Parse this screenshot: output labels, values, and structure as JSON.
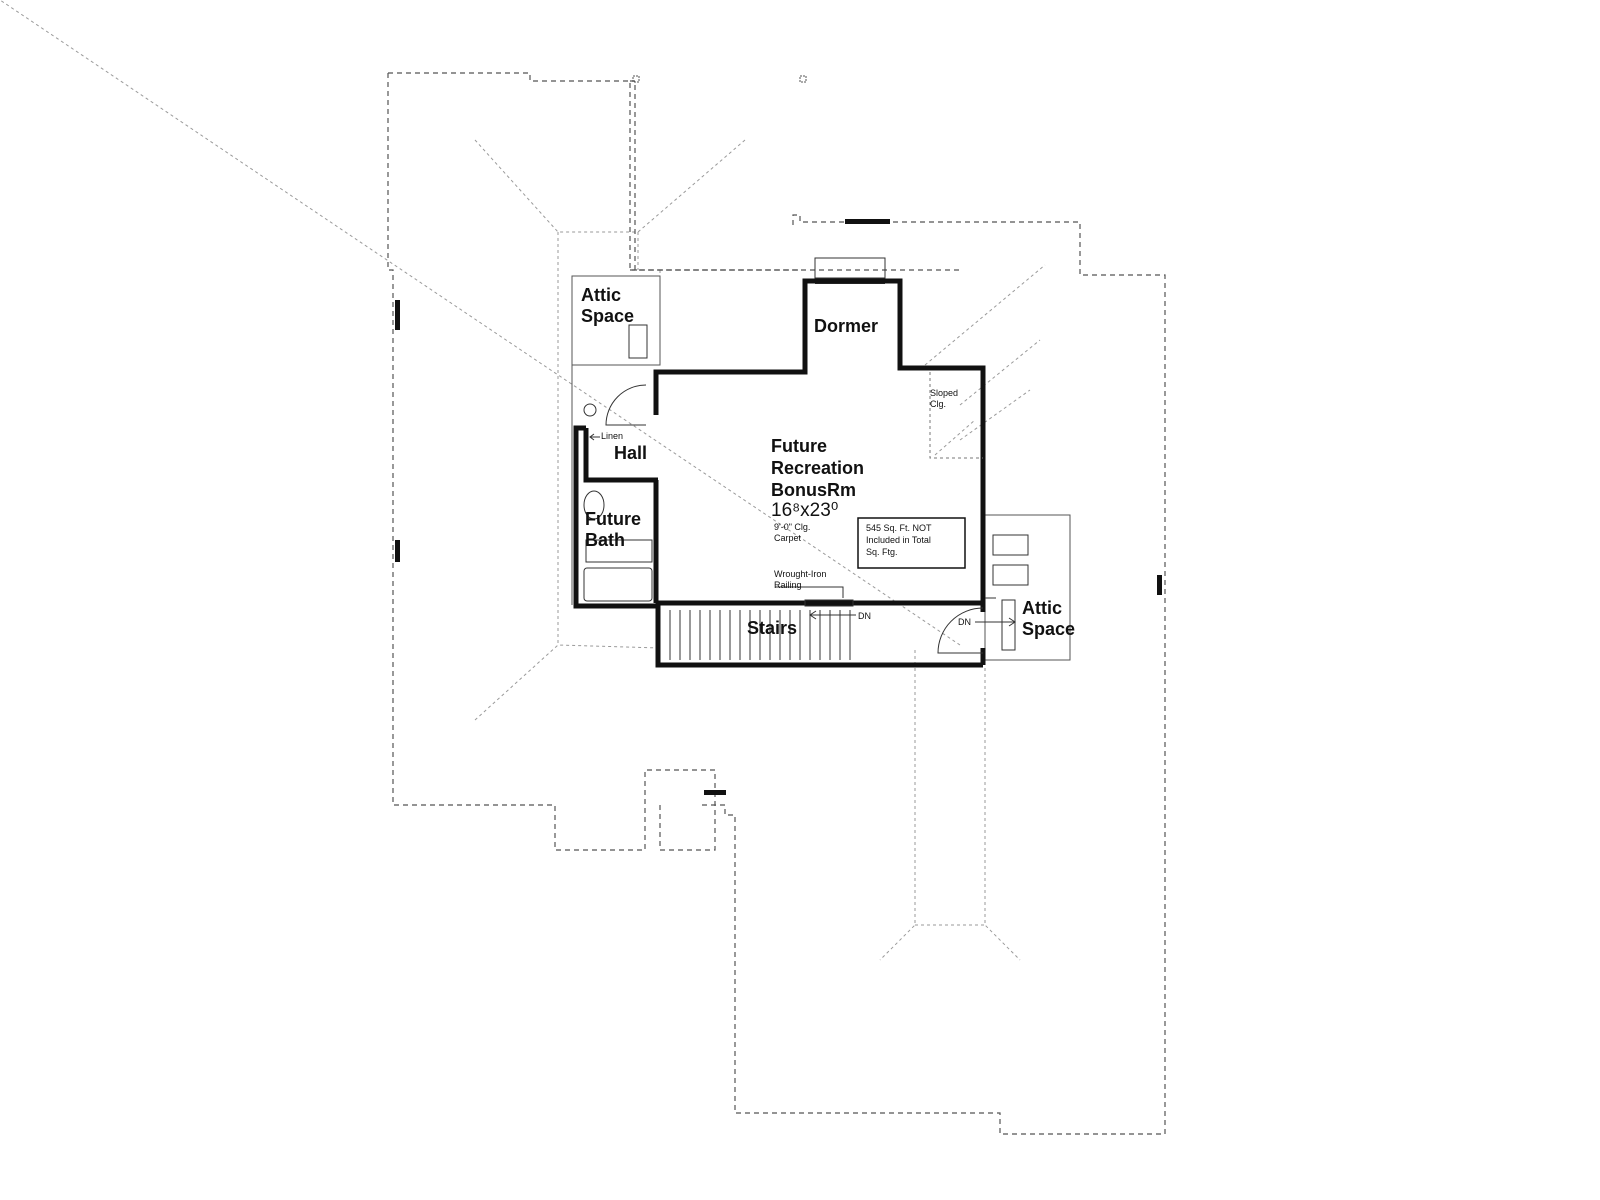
{
  "colors": {
    "wall": "#111111",
    "outline": "#555555",
    "roof_line": "#9a9a9a",
    "background": "#ffffff"
  },
  "rooms": {
    "attic_left": {
      "line1": "Attic",
      "line2": "Space"
    },
    "dormer": "Dormer",
    "sloped": {
      "line1": "Sloped",
      "line2": "Clg."
    },
    "linen": "Linen",
    "hall": "Hall",
    "bath": {
      "line1": "Future",
      "line2": "Bath"
    },
    "recreation": {
      "line1": "Future",
      "line2": "Recreation",
      "line3": "BonusRm",
      "size": "16⁸x23⁰",
      "ceiling": "9'-0\" Clg.",
      "floor": "Carpet"
    },
    "stairs": "Stairs",
    "attic_right": {
      "line1": "Attic",
      "line2": "Space"
    }
  },
  "notes": {
    "sqft": {
      "line1": "545 Sq. Ft. NOT",
      "line2": "Included in Total",
      "line3": "Sq. Ftg."
    },
    "railing": {
      "line1": "Wrought-Iron",
      "line2": "Railing"
    },
    "dn_stairs": "DN",
    "dn_attic": "DN"
  }
}
